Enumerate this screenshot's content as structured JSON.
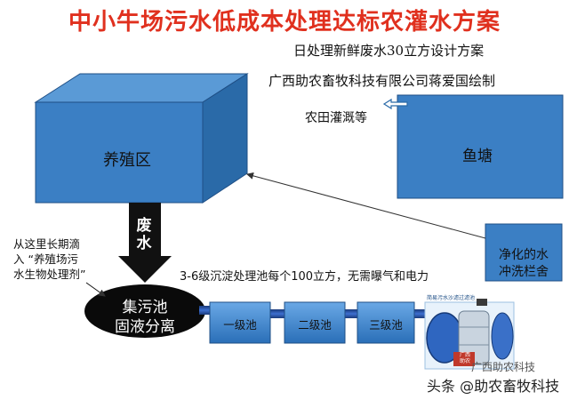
{
  "title": "中小牛场污水低成本处理达标农灌水方案",
  "subtitle_capacity": "日处理新鲜废水30立方设计方案",
  "subtitle_author": "广西助农畜牧科技有限公司蒋爱国绘制",
  "farm_irrigation": "农田灌溉等",
  "fish_pond": "鱼塘",
  "breeding_area": "养殖区",
  "waste_water": [
    "废",
    "水"
  ],
  "dosing_note": [
    "从这里长期滴",
    "入 “养殖场污",
    "水生物处理剂”"
  ],
  "collection_tank": [
    "集污池",
    "固液分离"
  ],
  "sedimentation_note": "3-6级沉淀处理池每个100立方，无需曝气和电力",
  "tanks": [
    "一级池",
    "二级池",
    "三级池"
  ],
  "purified_water": [
    "净化的水",
    "冲洗栏舍"
  ],
  "filter_caption": "简易污水沙滤过滤池",
  "filter_badge": [
    "广西",
    "助农"
  ],
  "watermark": "头条 @助农畜牧科技",
  "watermark_faint": "广西助农科技",
  "colors": {
    "title": "#e0301e",
    "box_fill": "#3b7fc4",
    "box_top": "#5a9ad6",
    "box_side": "#2a6aa8",
    "tank_fill": "#3d86d0"
  }
}
